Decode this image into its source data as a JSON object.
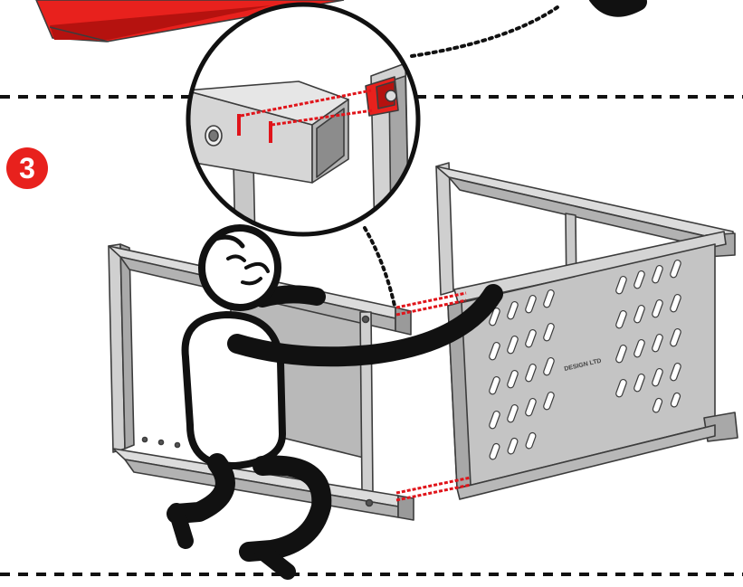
{
  "step": {
    "number": "3"
  },
  "panel_label": "DESIGN LTD",
  "colors": {
    "accent_red": "#e8211d",
    "dark_red": "#b5120f",
    "steel": "#c4c4c4",
    "steel_dark": "#8f8f8f",
    "steel_light": "#dedede",
    "outline": "#3c3c3c",
    "figure": "#111111",
    "connector": "#e0141a"
  },
  "icons": {
    "step_badge": "numbered-circle",
    "detail_callout": "magnifier-circle",
    "figure": "stick-figure-assembler"
  }
}
